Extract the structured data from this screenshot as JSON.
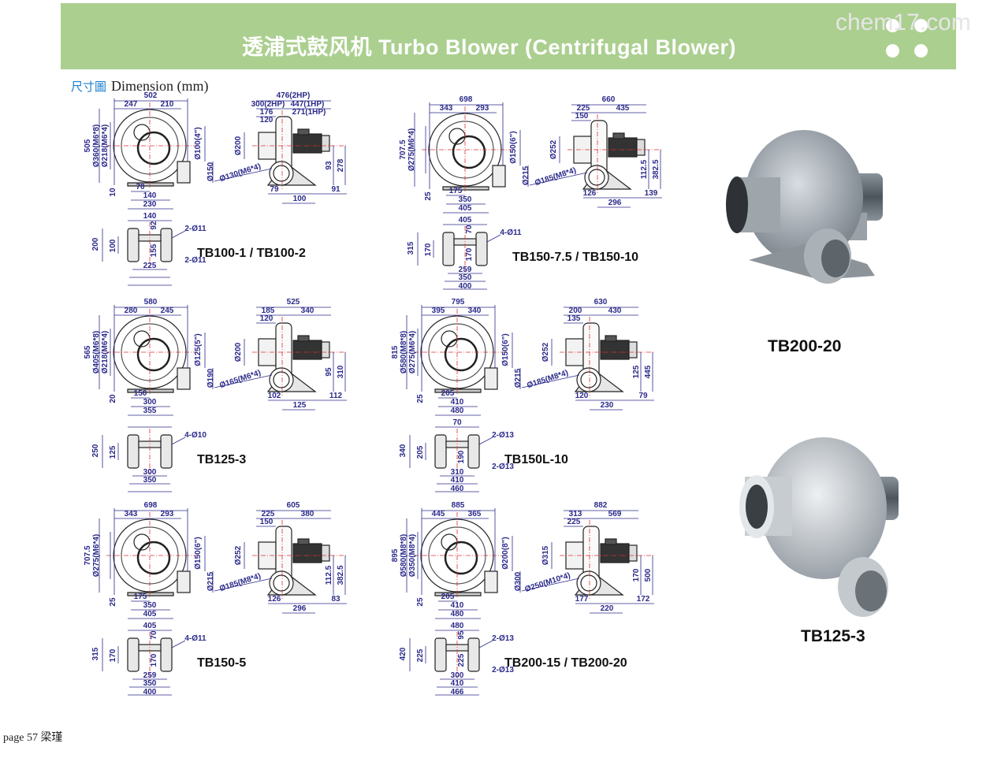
{
  "header": {
    "title": "透浦式鼓风机 Turbo  Blower (Centrifugal Blower)",
    "watermark": "chem17.com"
  },
  "section": {
    "label_cn": "尺寸圖",
    "label_en": "Dimension (mm)"
  },
  "blocks": [
    {
      "model": "TB100-1 / TB100-2",
      "front_top": [
        "502",
        "247",
        "210"
      ],
      "front_left": [
        "505",
        "Ø360(M6*8)",
        "Ø218(M6*4)"
      ],
      "front_right": [
        "Ø100(4\")",
        "Ø150"
      ],
      "front_small": "10",
      "front_bottom": [
        "70",
        "140",
        "230"
      ],
      "side_top": [
        "476(2HP)",
        "300(2HP)",
        "447(1HP)",
        "176",
        "271(1HP)",
        "120"
      ],
      "side_left": "Ø200",
      "side_diag": "Ø130(M6*4)",
      "side_bottom": [
        "79",
        "100",
        "91"
      ],
      "side_right": [
        "93",
        "278"
      ],
      "base_top": [
        "140",
        "92"
      ],
      "base_left": [
        "200",
        "100"
      ],
      "base_right": "155",
      "base_bottom": [
        "225"
      ],
      "base_holes": [
        "2-Ø11",
        "2-Ø11"
      ]
    },
    {
      "model": "TB150-7.5 / TB150-10",
      "front_top": [
        "698",
        "343",
        "293"
      ],
      "front_left": [
        "707.5",
        "Ø275(M6*4)"
      ],
      "front_right": [
        "Ø150(6\")",
        "Ø215"
      ],
      "front_small": "25",
      "front_bottom": [
        "175",
        "350",
        "405"
      ],
      "side_top": [
        "660",
        "225",
        "435",
        "150"
      ],
      "side_left": "Ø252",
      "side_diag": "Ø185(M8*4)",
      "side_bottom": [
        "126",
        "296",
        "139"
      ],
      "side_right": [
        "112.5",
        "382.5"
      ],
      "base_top": [
        "405",
        "70"
      ],
      "base_left": [
        "315",
        "170"
      ],
      "base_right": "170",
      "base_bottom": [
        "259",
        "350",
        "400"
      ],
      "base_holes": [
        "4-Ø11"
      ]
    },
    {
      "model": "TB125-3",
      "front_top": [
        "580",
        "280",
        "245"
      ],
      "front_left": [
        "565",
        "Ø405(M6*8)",
        "Ø218(M6*4)"
      ],
      "front_right": [
        "Ø125(5\")",
        "Ø190"
      ],
      "front_small": "20",
      "front_bottom": [
        "150",
        "300",
        "355"
      ],
      "side_top": [
        "525",
        "185",
        "340",
        "120"
      ],
      "side_left": "Ø200",
      "side_diag": "Ø165(M6*4)",
      "side_bottom": [
        "102",
        "125",
        "112"
      ],
      "side_right": [
        "95",
        "310"
      ],
      "base_top": [],
      "base_left": [
        "250",
        "125"
      ],
      "base_right": "",
      "base_bottom": [
        "300",
        "350"
      ],
      "base_holes": [
        "4-Ø10"
      ]
    },
    {
      "model": "TB150L-10",
      "front_top": [
        "795",
        "395",
        "340"
      ],
      "front_left": [
        "815",
        "Ø580(M8*8)",
        "Ø275(M6*4)"
      ],
      "front_right": [
        "Ø150(6\")",
        "Ø215"
      ],
      "front_small": "25",
      "front_bottom": [
        "205",
        "410",
        "480"
      ],
      "side_top": [
        "630",
        "200",
        "430",
        "135"
      ],
      "side_left": "Ø252",
      "side_diag": "Ø185(M8*4)",
      "side_bottom": [
        "120",
        "230",
        "79"
      ],
      "side_right": [
        "125",
        "445"
      ],
      "base_top": [
        "70"
      ],
      "base_left": [
        "340",
        "205"
      ],
      "base_right": "190",
      "base_bottom": [
        "310",
        "410",
        "460"
      ],
      "base_holes": [
        "2-Ø13",
        "2-Ø13"
      ]
    },
    {
      "model": "TB150-5",
      "front_top": [
        "698",
        "343",
        "293"
      ],
      "front_left": [
        "707.5",
        "Ø275(M6*4)"
      ],
      "front_right": [
        "Ø150(6\")",
        "Ø215"
      ],
      "front_small": "25",
      "front_bottom": [
        "175",
        "350",
        "405"
      ],
      "side_top": [
        "605",
        "225",
        "380",
        "150"
      ],
      "side_left": "Ø252",
      "side_diag": "Ø185(M8*4)",
      "side_bottom": [
        "126",
        "296",
        "83"
      ],
      "side_right": [
        "112.5",
        "382.5"
      ],
      "base_top": [
        "405",
        "70"
      ],
      "base_left": [
        "315",
        "170"
      ],
      "base_right": "170",
      "base_bottom": [
        "259",
        "350",
        "400"
      ],
      "base_holes": [
        "4-Ø11"
      ]
    },
    {
      "model": "TB200-15 / TB200-20",
      "front_top": [
        "885",
        "445",
        "365"
      ],
      "front_left": [
        "895",
        "Ø580(M8*8)",
        "Ø350(M8*4)"
      ],
      "front_right": [
        "Ø200(8\")",
        "Ø300"
      ],
      "front_small": "25",
      "front_bottom": [
        "205",
        "410",
        "480"
      ],
      "side_top": [
        "882",
        "313",
        "569",
        "225"
      ],
      "side_left": "Ø315",
      "side_diag": "Ø250(M10*4)",
      "side_bottom": [
        "177",
        "220",
        "172"
      ],
      "side_right": [
        "170",
        "500"
      ],
      "base_top": [
        "480",
        "95"
      ],
      "base_left": [
        "420",
        "225"
      ],
      "base_right": "225",
      "base_bottom": [
        "300",
        "410",
        "466"
      ],
      "base_holes": [
        "2-Ø13",
        "2-Ø13"
      ]
    }
  ],
  "photos": [
    {
      "label": "TB200-20"
    },
    {
      "label": "TB125-3"
    }
  ],
  "footer": {
    "page_label": "page",
    "page_number": "57",
    "author": "梁瑾"
  },
  "colors": {
    "banner": "#abcf8f",
    "dimension": "#2b2a8a",
    "centerline": "#e03030"
  }
}
